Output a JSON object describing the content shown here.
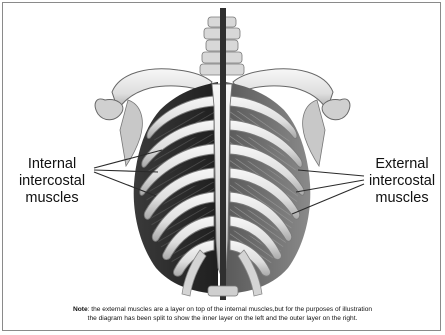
{
  "diagram": {
    "left_label": {
      "line1": "Internal",
      "line2": "intercostal",
      "line3": "muscles"
    },
    "right_label": {
      "line1": "External",
      "line2": "intercostal",
      "line3": "muscles"
    },
    "note": {
      "prefix": "Note",
      "line1": ": the external muscles are a layer on top of the internal muscles,but for the purposes of illustration",
      "line2": "the diagram has been split to show the inner layer on the left and the outer layer on the right."
    }
  },
  "colors": {
    "bone": "#e6e6e6",
    "bone_shadow": "#9a9a9a",
    "internal_muscle": "#444444",
    "external_muscle": "#7a7a7a",
    "divider": "#2f2f2f"
  }
}
